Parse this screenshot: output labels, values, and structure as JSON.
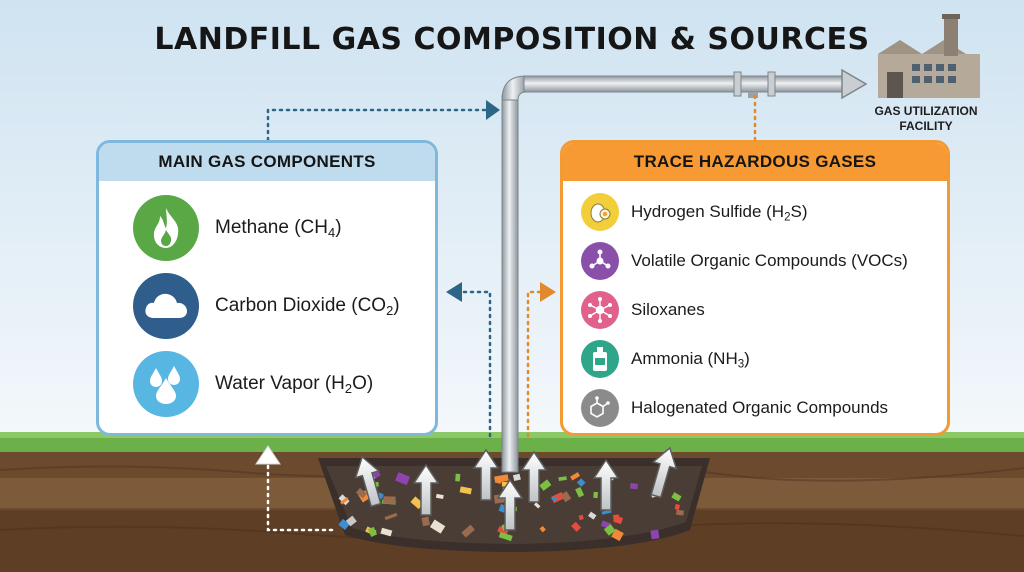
{
  "title": "LANDFILL GAS COMPOSITION & SOURCES",
  "facility": {
    "label_line1": "GAS UTILIZATION",
    "label_line2": "FACILITY",
    "icon": "factory-icon"
  },
  "main_panel": {
    "heading": "MAIN GAS COMPONENTS",
    "border_color": "#7fb8dd",
    "items": [
      {
        "name": "Methane (CH",
        "sub": "4",
        "tail": ")",
        "icon": "flame-icon",
        "color": "#5aa845"
      },
      {
        "name": "Carbon Dioxide (CO",
        "sub": "2",
        "tail": ")",
        "icon": "cloud-icon",
        "color": "#2f5e8c"
      },
      {
        "name": "Water Vapor (H",
        "sub": "2",
        "tail": "O)",
        "icon": "water-drops-icon",
        "color": "#58b6e2"
      }
    ]
  },
  "trace_panel": {
    "heading": "TRACE HAZARDOUS GASES",
    "border_color": "#f39a33",
    "items": [
      {
        "name": "Hydrogen Sulfide (H",
        "sub": "2",
        "tail": "S)",
        "icon": "rotten-egg-icon",
        "color": "#f2cf3a"
      },
      {
        "name": "Volatile Organic Compounds (VOCs)",
        "sub": "",
        "tail": "",
        "icon": "molecule-icon",
        "color": "#8a4fa8"
      },
      {
        "name": "Siloxanes",
        "sub": "",
        "tail": "",
        "icon": "silicon-molecule-icon",
        "color": "#e0618b"
      },
      {
        "name": "Ammonia (NH",
        "sub": "3",
        "tail": ")",
        "icon": "bottle-icon",
        "color": "#2fa58a"
      },
      {
        "name": "Halogenated Organic Compounds",
        "sub": "",
        "tail": "",
        "icon": "chemical-structure-icon",
        "color": "#8b8b8b"
      }
    ]
  }
}
